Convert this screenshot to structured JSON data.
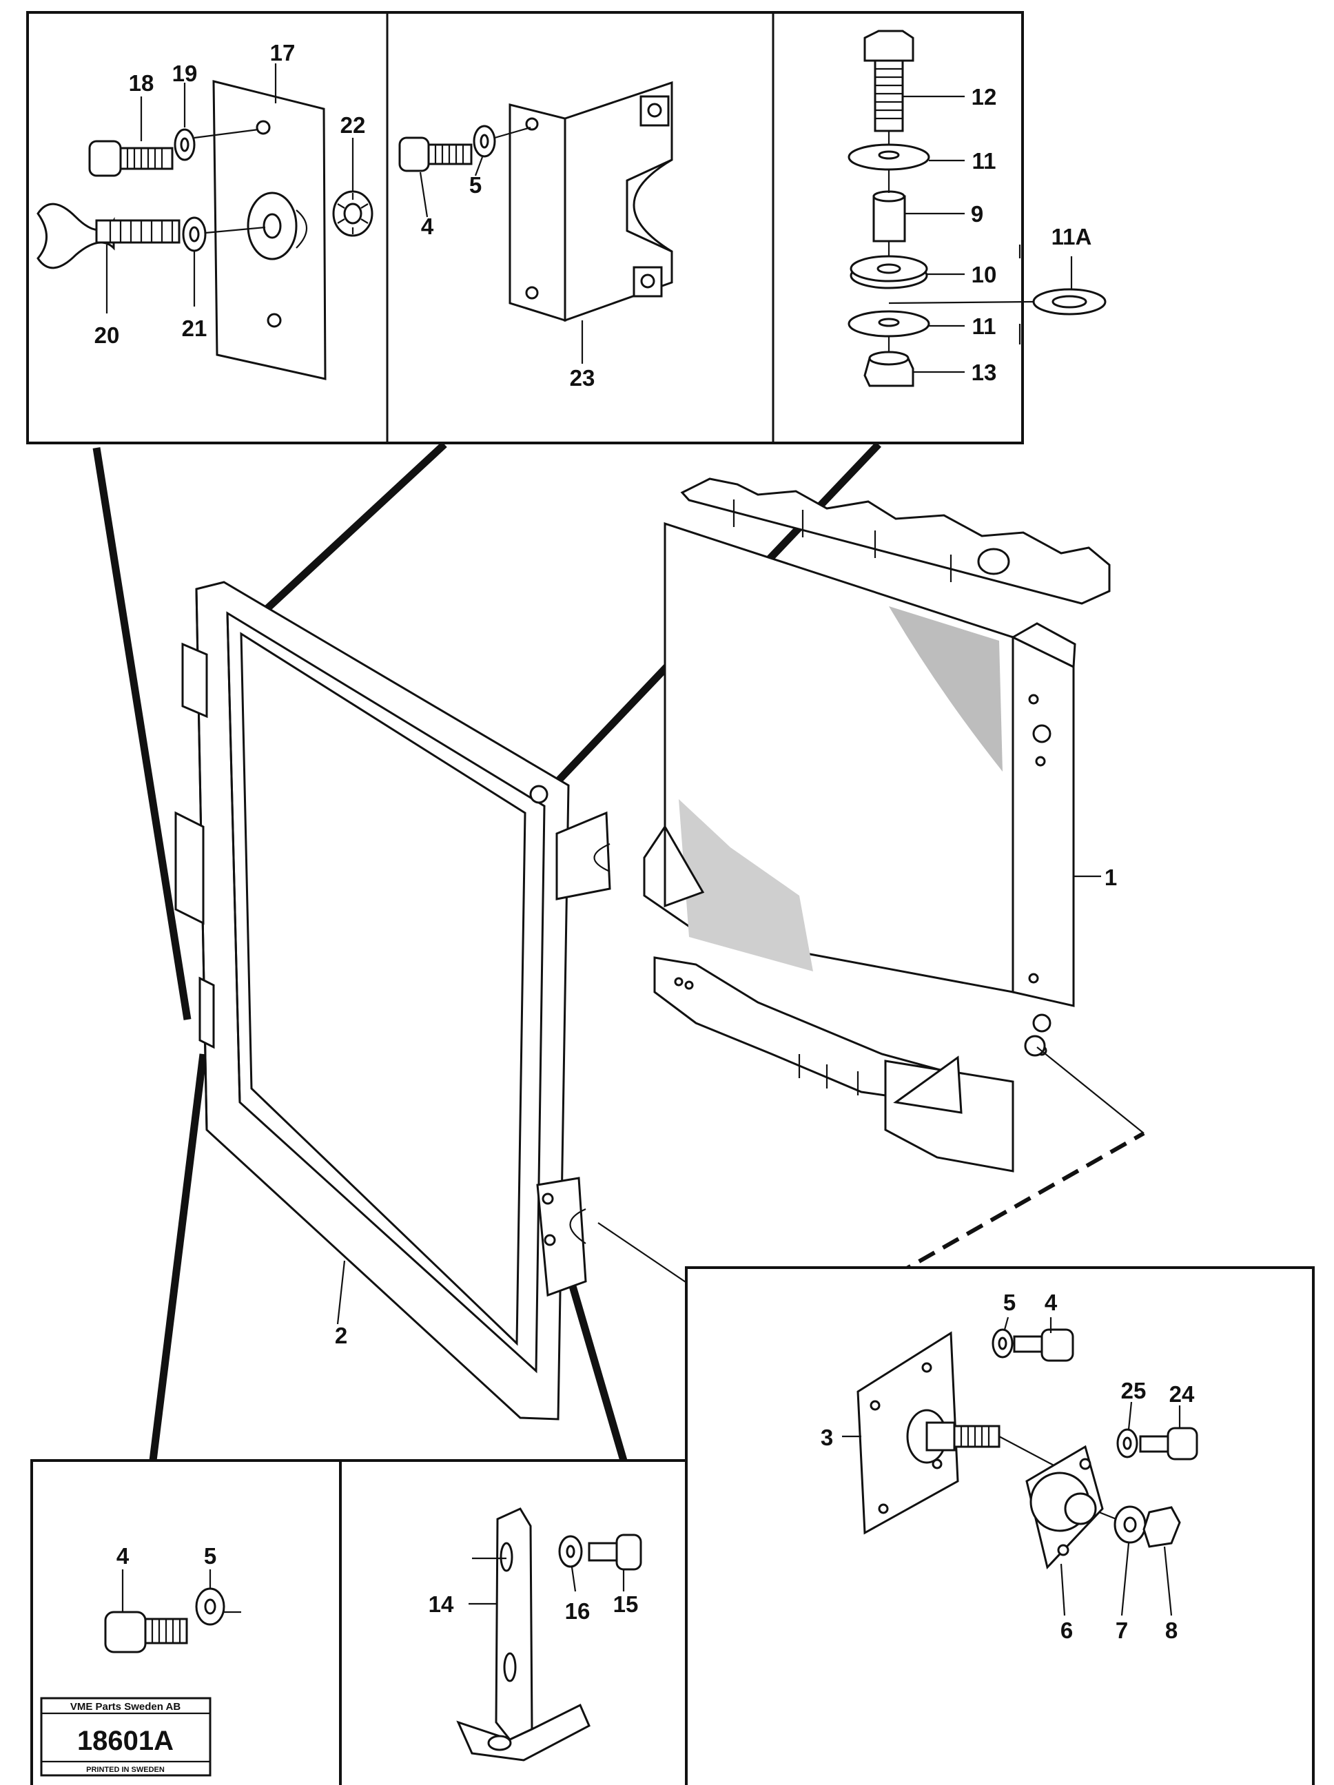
{
  "labels": {
    "p1": "1",
    "p2": "2",
    "p3": "3",
    "p4": "4",
    "p5": "5",
    "p6": "6",
    "p7": "7",
    "p8": "8",
    "p9": "9",
    "p10": "10",
    "p11": "11",
    "p11a": "11A",
    "p12": "12",
    "p13": "13",
    "p14": "14",
    "p15": "15",
    "p16": "16",
    "p17": "17",
    "p18": "18",
    "p19": "19",
    "p20": "20",
    "p21": "21",
    "p22": "22",
    "p23": "23",
    "p24": "24",
    "p25": "25"
  },
  "stamp": {
    "company": "VME Parts Sweden AB",
    "number": "18601A",
    "printed": "PRINTED IN SWEDEN"
  }
}
